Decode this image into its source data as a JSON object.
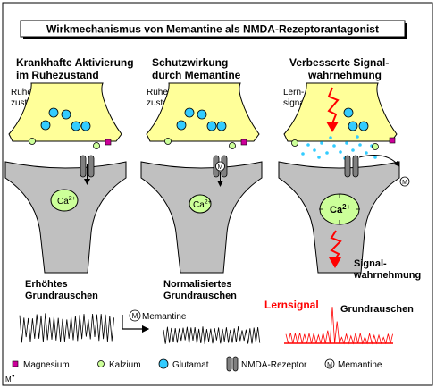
{
  "title": "Wirkmechanismus von Memantine als NMDA-Rezeptorantagonist",
  "panels": [
    {
      "heading": [
        "Krankhafte Aktivierung",
        "im Ruhezustand"
      ],
      "state_label": [
        "Ruhe-",
        "zustand"
      ],
      "inner_label": "Ca",
      "inner_sup": "2+",
      "bottom_caption": [
        "Erhöhtes",
        "Grundrauschen"
      ]
    },
    {
      "heading": [
        "Schutzwirkung",
        "durch Memantine"
      ],
      "state_label": [
        "Ruhe-",
        "zustand"
      ],
      "inner_label": "Ca",
      "inner_sup": "2+",
      "bottom_caption": [
        "Normalisiertes",
        "Grundrauschen"
      ]
    },
    {
      "heading": [
        "Verbesserte Signal-",
        "wahrnehmung"
      ],
      "state_label": [
        "Lern-",
        "signal"
      ],
      "inner_label": "Ca",
      "inner_sup": "2+",
      "bottom_caption": [
        "Signal-",
        "wahrnehmung"
      ]
    }
  ],
  "memantine_arrow_label": "Memantine",
  "lernsignal_label": "Lernsignal",
  "grundrauschen_label": "Grundrauschen",
  "legend": [
    {
      "label": "Magnesium"
    },
    {
      "label": "Kalzium"
    },
    {
      "label": "Glutamat"
    },
    {
      "label": "NMDA-Rezeptor"
    },
    {
      "label": "Memantine"
    }
  ],
  "memantine_symbol": "M",
  "corner_mark": "M",
  "colors": {
    "presynapse": "#ffff99",
    "postsynapse": "#c0c0c0",
    "calcium": "#ccff99",
    "glutamate": "#33ccff",
    "magnesium": "#cc0099",
    "signal_red": "#ff0000"
  }
}
